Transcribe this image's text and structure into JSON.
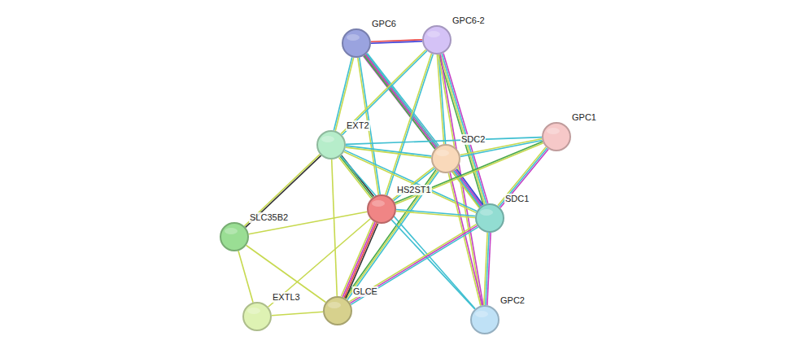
{
  "diagram": {
    "nodes": [
      {
        "text": [
          "GPC6"
        ]
      },
      {
        "text": [
          "GPC6-2"
        ]
      },
      {
        "text": [
          "GPC1"
        ]
      },
      {
        "text": [
          "EXT2"
        ]
      },
      {
        "text": [
          "SDC2"
        ]
      },
      {
        "text": [
          "HS2ST1"
        ]
      },
      {
        "text": [
          "SDC1"
        ]
      },
      {
        "text": [
          "SLC35B2"
        ]
      },
      {
        "text": [
          "EXTL3"
        ]
      },
      {
        "text": [
          "GLCE"
        ]
      },
      {
        "text": [
          "GPC2"
        ]
      }
    ],
    "edges": [
      {
        "from": 0,
        "to": 1,
        "arrow": "none"
      },
      {
        "from": 0,
        "to": 3,
        "arrow": "none"
      },
      {
        "from": 0,
        "to": 4,
        "arrow": "none"
      },
      {
        "from": 0,
        "to": 5,
        "arrow": "none"
      },
      {
        "from": 0,
        "to": 6,
        "arrow": "none"
      },
      {
        "from": 1,
        "to": 3,
        "arrow": "none"
      },
      {
        "from": 1,
        "to": 4,
        "arrow": "none"
      },
      {
        "from": 1,
        "to": 5,
        "arrow": "none"
      },
      {
        "from": 1,
        "to": 6,
        "arrow": "none"
      },
      {
        "from": 1,
        "to": 10,
        "arrow": "none"
      },
      {
        "from": 3,
        "to": 4,
        "arrow": "none"
      },
      {
        "from": 3,
        "to": 2,
        "arrow": "none"
      },
      {
        "from": 3,
        "to": 6,
        "arrow": "none"
      },
      {
        "from": 3,
        "to": 5,
        "arrow": "none"
      },
      {
        "from": 3,
        "to": 9,
        "arrow": "none"
      },
      {
        "from": 3,
        "to": 7,
        "arrow": "none"
      },
      {
        "from": 3,
        "to": 10,
        "arrow": "none"
      },
      {
        "from": 4,
        "to": 2,
        "arrow": "none"
      },
      {
        "from": 4,
        "to": 6,
        "arrow": "none"
      },
      {
        "from": 4,
        "to": 5,
        "arrow": "none"
      },
      {
        "from": 4,
        "to": 9,
        "arrow": "none"
      },
      {
        "from": 4,
        "to": 10,
        "arrow": "none"
      },
      {
        "from": 2,
        "to": 6,
        "arrow": "none"
      },
      {
        "from": 2,
        "to": 5,
        "arrow": "none"
      },
      {
        "from": 5,
        "to": 6,
        "arrow": "none"
      },
      {
        "from": 5,
        "to": 9,
        "arrow": "none"
      },
      {
        "from": 5,
        "to": 7,
        "arrow": "none"
      },
      {
        "from": 5,
        "to": 8,
        "arrow": "none"
      },
      {
        "from": 5,
        "to": 10,
        "arrow": "none"
      },
      {
        "from": 6,
        "to": 9,
        "arrow": "none"
      },
      {
        "from": 6,
        "to": 10,
        "arrow": "none"
      },
      {
        "from": 7,
        "to": 8,
        "arrow": "none"
      },
      {
        "from": 7,
        "to": 9,
        "arrow": "none"
      },
      {
        "from": 8,
        "to": 9,
        "arrow": "none"
      }
    ]
  }
}
